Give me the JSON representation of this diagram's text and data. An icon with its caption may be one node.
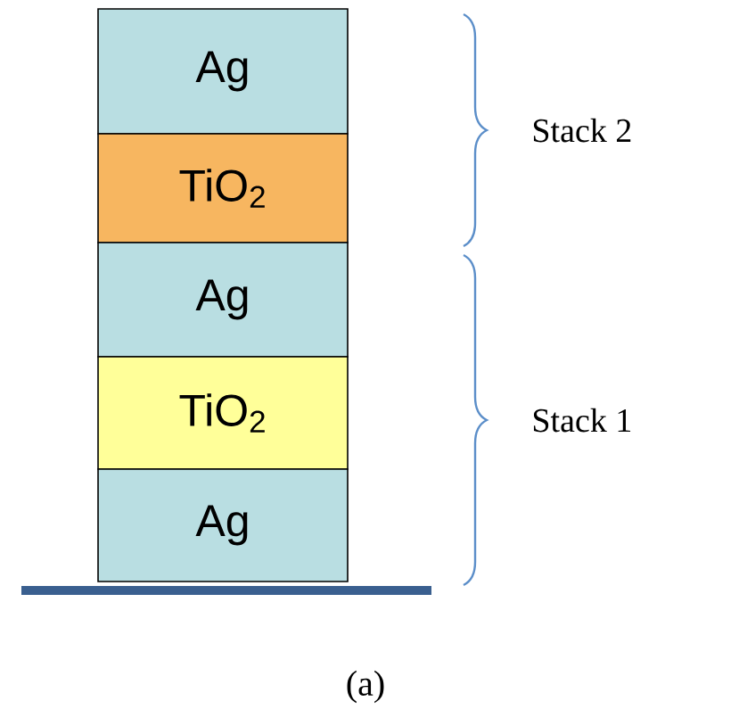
{
  "diagram": {
    "caption": "(a)",
    "nodes": [
      {
        "text": [
          "Ag"
        ]
      },
      {
        "text": [
          "TiO$_{2}$"
        ]
      },
      {
        "text": [
          "Ag"
        ]
      },
      {
        "text": [
          "TiO$_{2}$"
        ]
      },
      {
        "text": [
          "Ag"
        ]
      }
    ],
    "labels": [
      "Stack 2",
      "Stack 1"
    ]
  }
}
